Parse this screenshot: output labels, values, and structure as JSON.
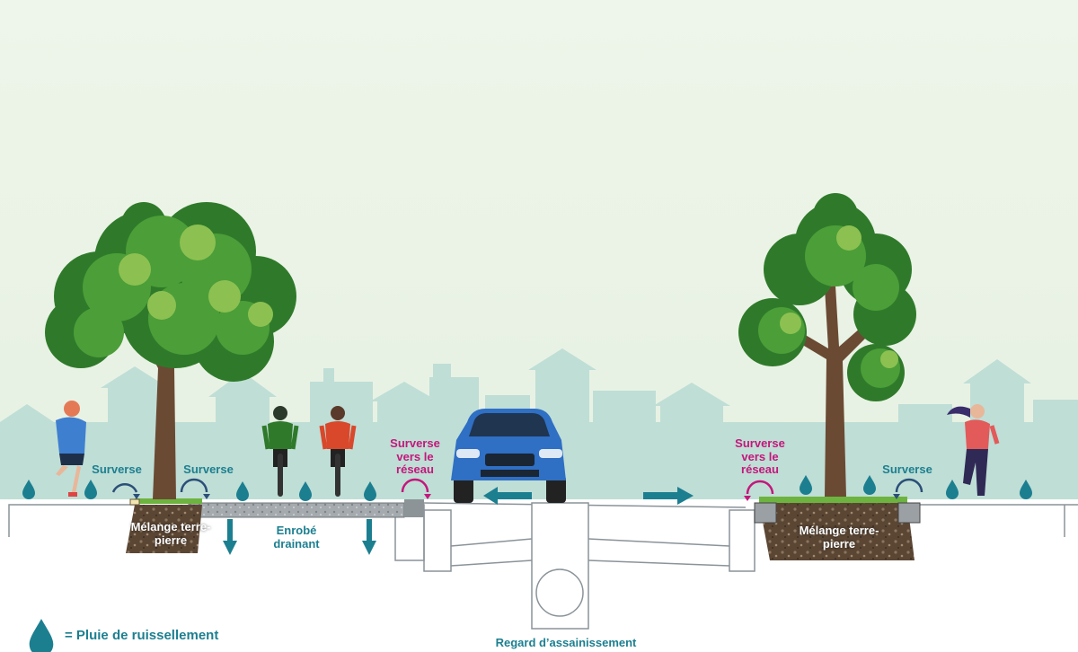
{
  "labels": {
    "surverse": "Surverse",
    "surverse_reseau": "Surverse vers le réseau",
    "melange": "Mélange terre-pierre",
    "enrobe": "Enrobé drainant",
    "regard": "Regard d’assainissement"
  },
  "legend": {
    "icon": "water-drop-icon",
    "text": "= Pluie de ruissellement"
  },
  "colors": {
    "sky": "#eaf3e6",
    "houses": "#bcdcd4",
    "ground": "#ffffff",
    "teal": "#1c7f90",
    "magenta": "#c4177c",
    "navy": "#2b4f78",
    "foliage_dark": "#2f7a2a",
    "foliage_mid": "#4c9e38",
    "foliage_light": "#8cc152",
    "trunk": "#6b4a33",
    "soil": "#5b4634",
    "asphalt": "#9aa0a3",
    "car": "#2f6fc4"
  }
}
